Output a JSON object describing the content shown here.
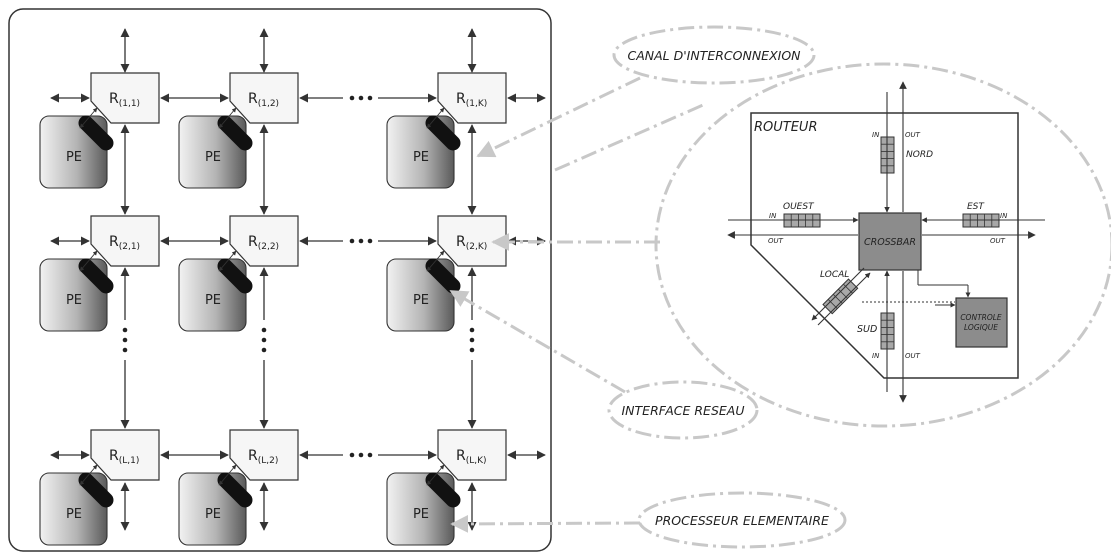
{
  "routers": {
    "r11": {
      "base": "R",
      "sub": "(1,1)"
    },
    "r12": {
      "base": "R",
      "sub": "(1,2)"
    },
    "r1k": {
      "base": "R",
      "sub": "(1,K)"
    },
    "r21": {
      "base": "R",
      "sub": "(2,1)"
    },
    "r22": {
      "base": "R",
      "sub": "(2,2)"
    },
    "r2k": {
      "base": "R",
      "sub": "(2,K)"
    },
    "rl1": {
      "base": "R",
      "sub": "(L,1)"
    },
    "rl2": {
      "base": "R",
      "sub": "(L,2)"
    },
    "rlk": {
      "base": "R",
      "sub": "(L,K)"
    }
  },
  "pe_label": "PE",
  "callouts": {
    "channel": "CANAL D'INTERCONNEXION",
    "interface": "INTERFACE RESEAU",
    "processor": "PROCESSEUR ELEMENTAIRE"
  },
  "router_detail": {
    "title": "ROUTEUR",
    "crossbar": "CROSSBAR",
    "controle_line1": "CONTROLE",
    "controle_line2": "LOGIQUE",
    "nord": "NORD",
    "sud": "SUD",
    "est": "EST",
    "ouest": "OUEST",
    "local": "LOCAL",
    "in": "IN",
    "out": "OUT"
  },
  "colors": {
    "stroke": "#333333",
    "callout": "#c8c8c8",
    "crossbar_fill": "#8c8c8c",
    "pe_light": "#f2f2f2",
    "pe_dark": "#5a5a5a"
  }
}
